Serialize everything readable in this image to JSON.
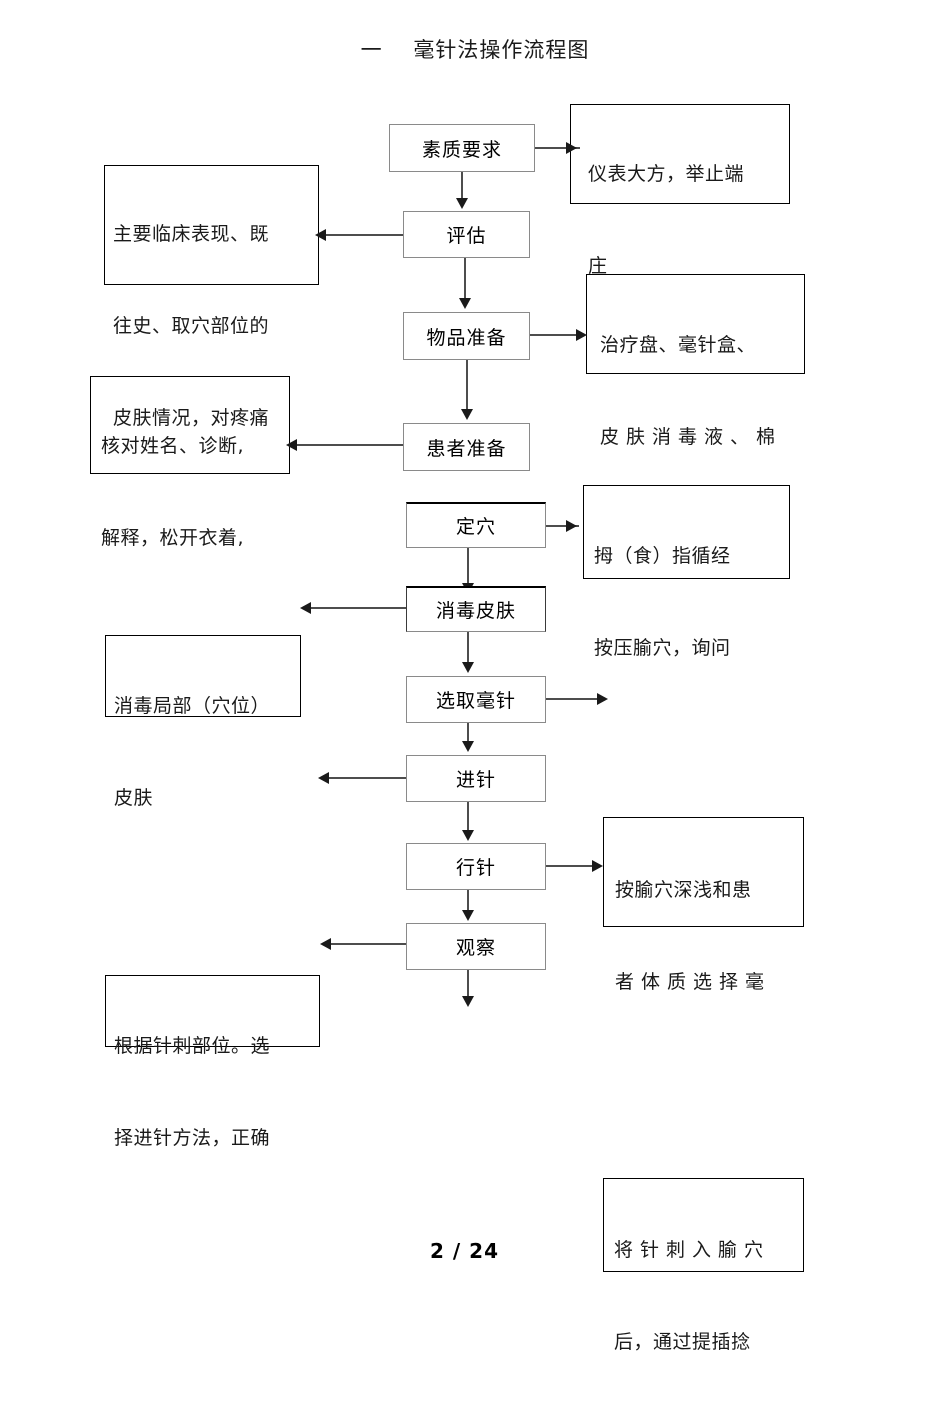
{
  "document": {
    "title": "一    毫针法操作流程图",
    "page_number": "2 / 24"
  },
  "flow_steps": [
    {
      "id": "suzhi",
      "label": "素质要求"
    },
    {
      "id": "pinggu",
      "label": "评估"
    },
    {
      "id": "wupin",
      "label": "物品准备"
    },
    {
      "id": "huanzhe",
      "label": "患者准备"
    },
    {
      "id": "dingxue",
      "label": "定穴"
    },
    {
      "id": "xiaodu",
      "label": "消毒皮肤"
    },
    {
      "id": "xuanqu",
      "label": "选取毫针"
    },
    {
      "id": "jinzhen",
      "label": "进针"
    },
    {
      "id": "xingzhen",
      "label": "行针"
    },
    {
      "id": "guancha",
      "label": "观察"
    }
  ],
  "notes": {
    "suzhi_note": {
      "line1": "仪表大方，举止端",
      "line2": "庄"
    },
    "pinggu_note": {
      "line1": "主要临床表现、既",
      "line2": "往史、取穴部位的",
      "line3": "皮肤情况，对疼痛"
    },
    "wupin_note": {
      "line1": "治疗盘、毫针盒、",
      "line2": "皮肤消毒液、棉"
    },
    "huanzhe_note": {
      "line1": "核对姓名、诊断,",
      "line2": "解释，松开衣着,"
    },
    "dingxue_note": {
      "line1": "拇（食）指循经",
      "line2": "按压腧穴，询问"
    },
    "xiaodu_note": {
      "line1": "消毒局部（穴位）",
      "line2": "皮肤"
    },
    "xingzhen_note": {
      "line1": "按腧穴深浅和患",
      "line2": "者体质选择毫"
    },
    "guancha_note": {
      "line1": "根据针刺部位。选",
      "line2": "择进针方法，正确"
    },
    "bottom_note": {
      "line1": "将针刺入腧穴",
      "line2": "后，通过提插捻"
    }
  },
  "colors": {
    "flow_border": "#8a8a8a",
    "note_border": "#000000",
    "connector": "#4d4d4d",
    "text": "#1a1a1a"
  }
}
